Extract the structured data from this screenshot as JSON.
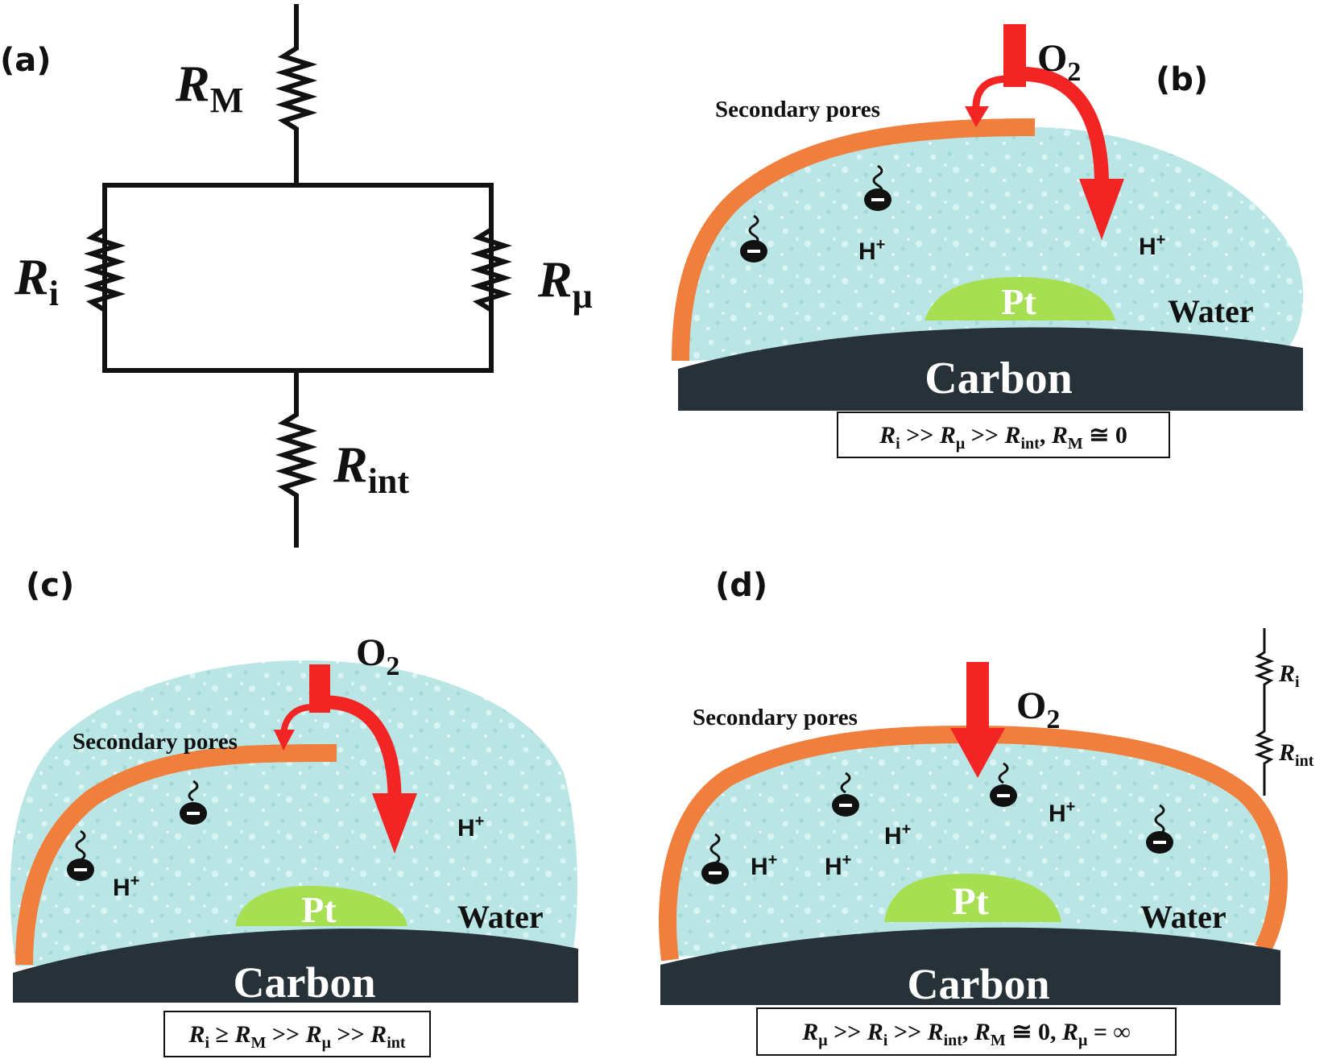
{
  "panels": {
    "a": {
      "label": "(a)",
      "resistors": {
        "membrane": {
          "symbol": "R",
          "sub": "M"
        },
        "ionomer": {
          "symbol": "R",
          "sub": "i"
        },
        "micro": {
          "symbol": "R",
          "sub": "μ"
        },
        "interface": {
          "symbol": "R",
          "sub": "int"
        }
      }
    },
    "b": {
      "label": "(b)",
      "gas": {
        "base": "O",
        "sub": "2"
      },
      "secondary_pores": "Secondary pores",
      "proton": {
        "base": "H",
        "sup": "+"
      },
      "pt": "Pt",
      "water": "Water",
      "carbon": "Carbon",
      "condition": {
        "p1": "R",
        "s1": "i",
        "t1": " >> ",
        "p2": "R",
        "s2": "μ",
        "t2": " >> ",
        "p3": "R",
        "s3": "int",
        "t3": ", ",
        "p4": "R",
        "s4": "M",
        "t4": " ≅ 0"
      }
    },
    "c": {
      "label": "(c)",
      "gas": {
        "base": "O",
        "sub": "2"
      },
      "secondary_pores": "Secondary pores",
      "proton": {
        "base": "H",
        "sup": "+"
      },
      "pt": "Pt",
      "water": "Water",
      "carbon": "Carbon",
      "condition": {
        "p1": "R",
        "s1": "i",
        "t1": " ≥ ",
        "p2": "R",
        "s2": "M",
        "t2": " >> ",
        "p3": "R",
        "s3": "μ",
        "t3": " >> ",
        "p4": "R",
        "s4": "int"
      }
    },
    "d": {
      "label": "(d)",
      "gas": {
        "base": "O",
        "sub": "2"
      },
      "secondary_pores": "Secondary pores",
      "proton": {
        "base": "H",
        "sup": "+"
      },
      "pt": "Pt",
      "water": "Water",
      "carbon": "Carbon",
      "mini_circuit": {
        "r1": {
          "symbol": "R",
          "sub": "i"
        },
        "r2": {
          "symbol": "R",
          "sub": "int"
        }
      },
      "condition": {
        "p1": "R",
        "s1": "μ",
        "t1": " >> ",
        "p2": "R",
        "s2": "i",
        "t2": " >> ",
        "p3": "R",
        "s3": "int",
        "t3": ", ",
        "p4": "R",
        "s4": "M",
        "t4": " ≅ 0, ",
        "p5": "R",
        "s5": "μ",
        "t5": " = ∞"
      }
    }
  },
  "colors": {
    "water": "#b9e6e4",
    "ionomer": "#f07e3c",
    "carbon": "#263238",
    "platinum": "#a6e052",
    "oxygen_arrow": "#f22424"
  }
}
